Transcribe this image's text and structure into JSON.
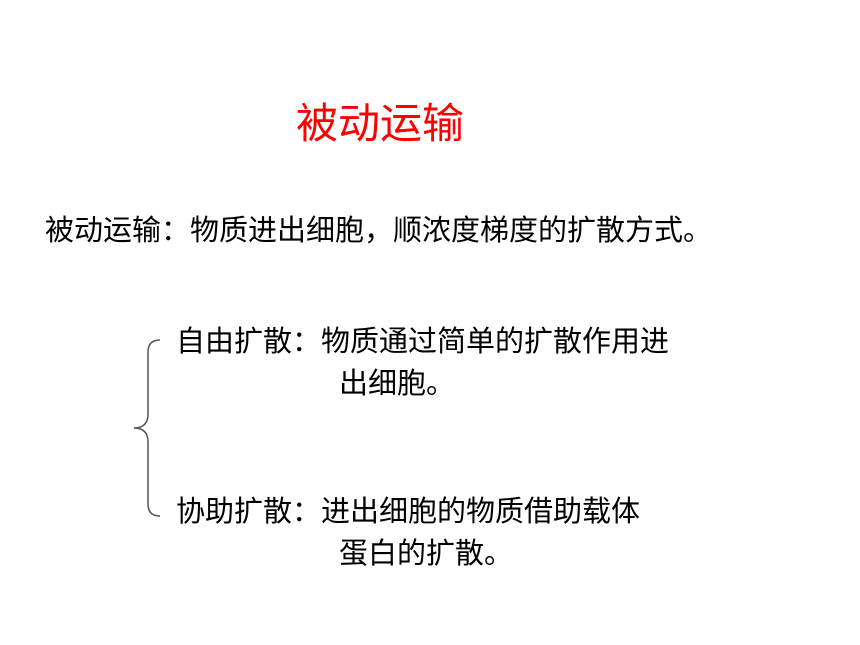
{
  "title": "被动运输",
  "colors": {
    "title": "#ff0000",
    "text": "#000000",
    "background": "#ffffff"
  },
  "definition": "被动运输：物质进出细胞，顺浓度梯度的扩散方式。",
  "types": [
    {
      "term": "自由扩散：",
      "line1": "物质通过简单的扩散作用进",
      "line2": "出细胞。"
    },
    {
      "term": "协助扩散：",
      "line1": "进出细胞的物质借助载体",
      "line2": "蛋白的扩散。"
    }
  ]
}
